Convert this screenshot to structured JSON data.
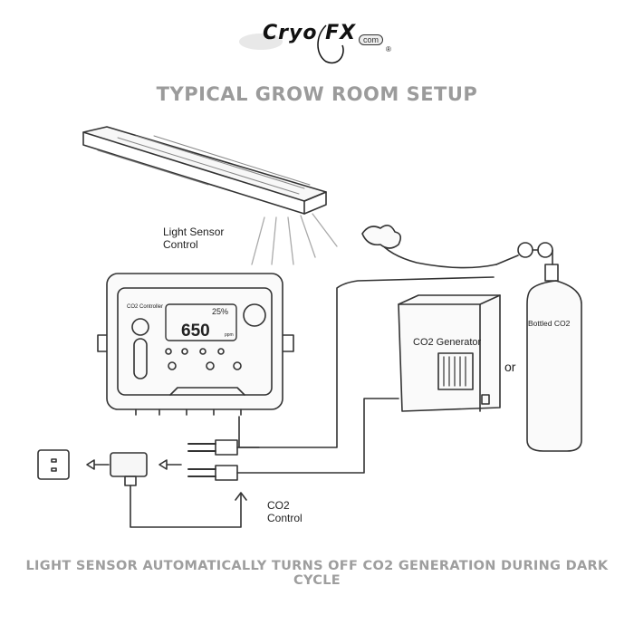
{
  "logo": {
    "brand": "Cryo",
    "mark": "FX",
    "suffix": "com",
    "registered": "®"
  },
  "title": "TYPICAL GROW ROOM SETUP",
  "labels": {
    "light_sensor": "Light Sensor Control",
    "co2_control": "CO2 Control",
    "co2_generator": "CO2 Generator",
    "or": "or",
    "bottled_co2": "Bottled CO2"
  },
  "controller": {
    "title": "CO2 Controller",
    "reading_small": "25%",
    "reading_big": "650",
    "unit": "ppm"
  },
  "caption": "LIGHT SENSOR AUTOMATICALLY TURNS OFF CO2 GENERATION DURING DARK CYCLE",
  "colors": {
    "heading_gray": "#9b9b9b",
    "line": "#333333"
  }
}
